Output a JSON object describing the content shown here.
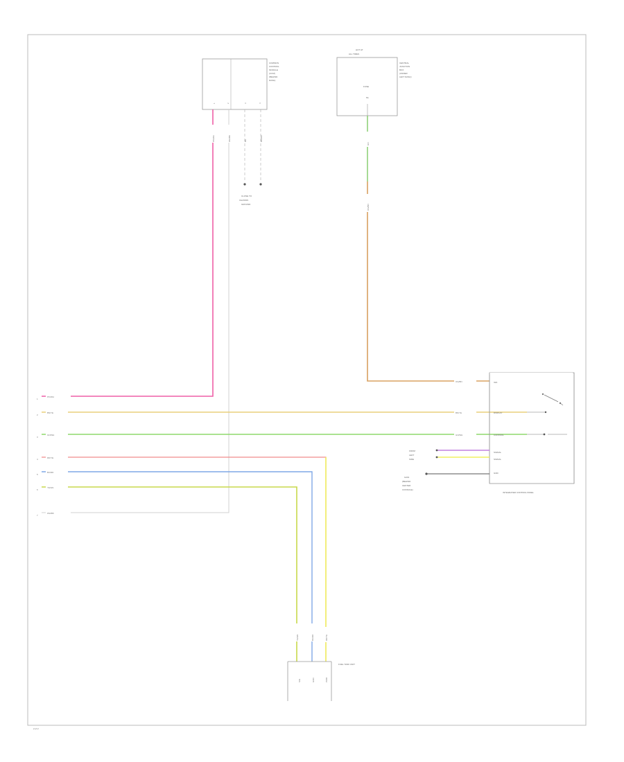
{
  "diagram": {
    "page_label": "2 of 2",
    "components": {
      "ccm": {
        "label_lines": [
          "COMMON",
          "CONTROL",
          "MODULE",
          "(CCM)",
          "(BEHIND",
          "DASH)"
        ]
      },
      "fuse": {
        "header_lines": [
          "HOT AT",
          "ALL TIMES"
        ],
        "fuse_label": "FUSE",
        "fuse_value": "5A",
        "side_lines": [
          "CENTRAL",
          "JUNCTION",
          "BOX",
          "(UNDER",
          "LEFT DASH)"
        ]
      },
      "ground_note": [
        "CLOSE TO",
        "CHASSIS",
        "GROUND"
      ],
      "integrated_control_panel": {
        "label": "INTEGRATED CONTROL PANEL",
        "pins": [
          "IGN",
          "DISPLAY",
          "CONTROL",
          "SIGNAL",
          "SIGNAL",
          "GND"
        ]
      },
      "left_note": [
        "FROM",
        "LEFT",
        "SIDE"
      ],
      "ground_label": [
        "G201",
        "(BEHIND",
        "CENTER",
        "CONSOLE)"
      ],
      "fuel_tank_unit": {
        "label": "FUEL TANK UNIT"
      }
    },
    "wires": {
      "pink": "PK/WH",
      "tan": "BN/YE",
      "green": "GN/WH",
      "red": "RD/YE",
      "blue": "BU/RD",
      "yellowgreen": "YE/GN",
      "white": "WH/BK",
      "orange": "OG/BN",
      "lime": "GN"
    },
    "colors": {
      "pink": "#ef5fa7",
      "tan": "#e8cf7a",
      "green": "#8ed96b",
      "red": "#f08a8a",
      "blue": "#7fa7e6",
      "yellowgreen": "#c8d84a",
      "white": "#d0d0d0",
      "orange": "#d8a060",
      "lime": "#8fd07a",
      "purple": "#c080e0",
      "yellow": "#f0f060"
    }
  }
}
